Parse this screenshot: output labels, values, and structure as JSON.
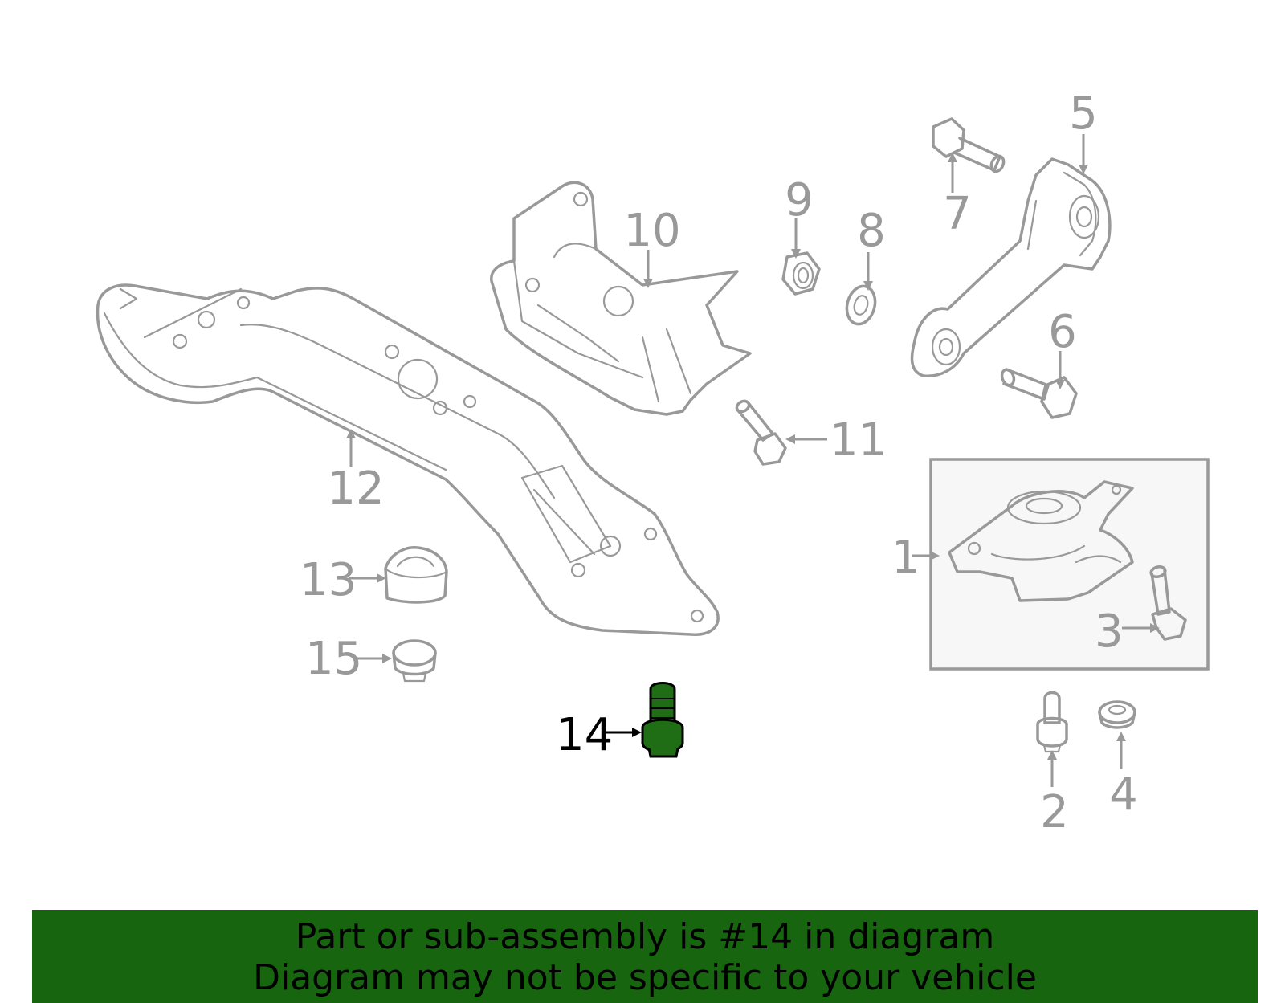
{
  "diagram": {
    "callouts": [
      {
        "id": "1",
        "label": "1"
      },
      {
        "id": "2",
        "label": "2"
      },
      {
        "id": "3",
        "label": "3"
      },
      {
        "id": "4",
        "label": "4"
      },
      {
        "id": "5",
        "label": "5"
      },
      {
        "id": "6",
        "label": "6"
      },
      {
        "id": "7",
        "label": "7"
      },
      {
        "id": "8",
        "label": "8"
      },
      {
        "id": "9",
        "label": "9"
      },
      {
        "id": "10",
        "label": "10"
      },
      {
        "id": "11",
        "label": "11"
      },
      {
        "id": "12",
        "label": "12"
      },
      {
        "id": "13",
        "label": "13"
      },
      {
        "id": "14",
        "label": "14"
      },
      {
        "id": "15",
        "label": "15"
      }
    ],
    "highlighted_part": "14",
    "colors": {
      "line_art": "#999999",
      "highlight_fill": "#1f6d14",
      "highlight_text": "#000000",
      "banner_bg": "#17650f",
      "inset_bg": "#f7f7f7"
    }
  },
  "banner": {
    "line1": "Part or sub-assembly is #14 in diagram",
    "line2": "Diagram may not be specific to your vehicle"
  }
}
